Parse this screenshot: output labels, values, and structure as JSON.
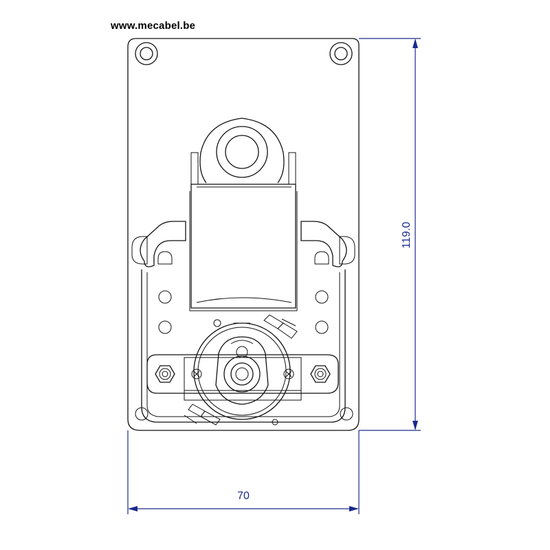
{
  "header": {
    "website": "www.mecabel.be"
  },
  "dimensions": {
    "height_label": "119.0",
    "width_label": "70"
  },
  "colors": {
    "dimension_line": "#1a2a8c",
    "drawing_line": "#111111"
  }
}
